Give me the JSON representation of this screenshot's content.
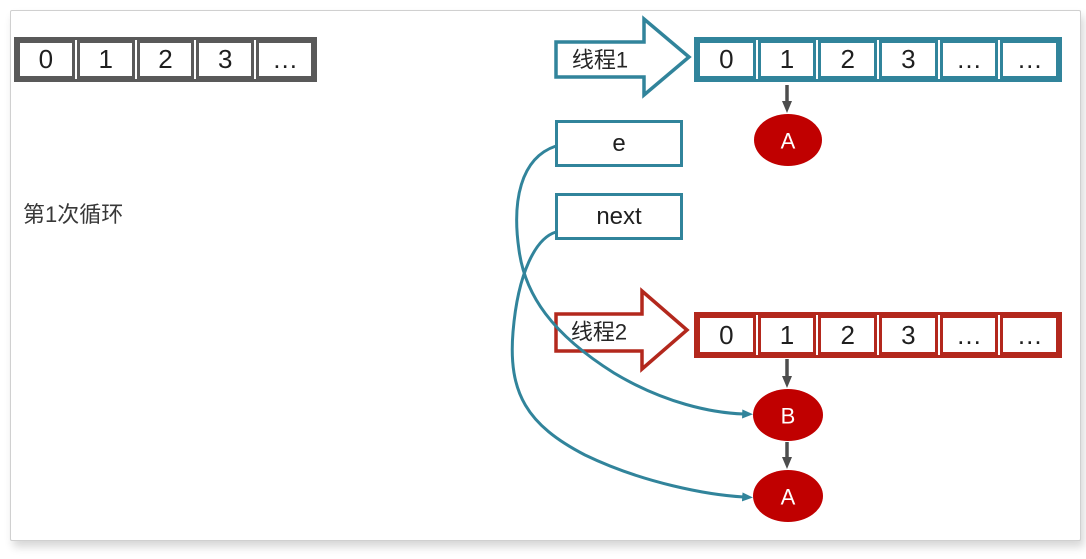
{
  "colors": {
    "teal": "#31849B",
    "red": "#B3281D",
    "node_red": "#C00000",
    "gray": "#595959",
    "arrow_gray": "#4D4D4D"
  },
  "iteration_label": "第1次循环",
  "thread1": {
    "label": "线程1"
  },
  "thread2": {
    "label": "线程2"
  },
  "pointers": {
    "e": "e",
    "next": "next"
  },
  "array_top": {
    "cells": [
      "0",
      "1",
      "2",
      "3",
      "…"
    ]
  },
  "array_thread1": {
    "cells": [
      "0",
      "1",
      "2",
      "3",
      "…",
      "…"
    ]
  },
  "array_thread2": {
    "cells": [
      "0",
      "1",
      "2",
      "3",
      "…",
      "…"
    ]
  },
  "nodes": {
    "thread1_a": "A",
    "thread2_b": "B",
    "thread2_a": "A"
  }
}
